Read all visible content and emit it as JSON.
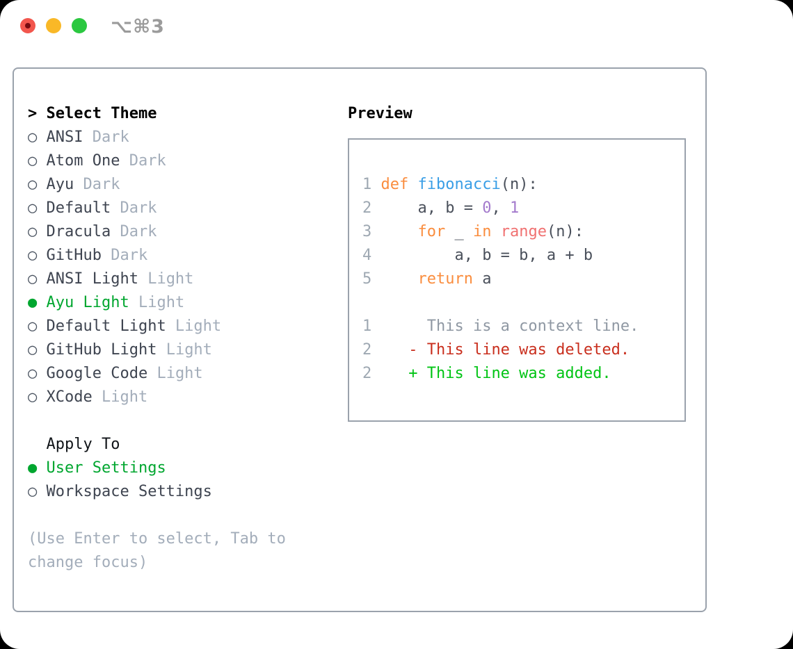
{
  "window": {
    "title": "⌥⌘3",
    "traffic_lights": [
      {
        "name": "close",
        "color": "#f2564d"
      },
      {
        "name": "minimize",
        "color": "#f9b827"
      },
      {
        "name": "fullscreen",
        "color": "#2bc840"
      }
    ]
  },
  "theme_panel": {
    "header": {
      "prefix": ">",
      "label": "Select Theme"
    },
    "themes": [
      {
        "name": "ANSI",
        "variant": "Dark",
        "selected": false
      },
      {
        "name": "Atom One",
        "variant": "Dark",
        "selected": false
      },
      {
        "name": "Ayu",
        "variant": "Dark",
        "selected": false
      },
      {
        "name": "Default",
        "variant": "Dark",
        "selected": false
      },
      {
        "name": "Dracula",
        "variant": "Dark",
        "selected": false
      },
      {
        "name": "GitHub",
        "variant": "Dark",
        "selected": false
      },
      {
        "name": "ANSI Light",
        "variant": "Light",
        "selected": false
      },
      {
        "name": "Ayu Light",
        "variant": "Light",
        "selected": true
      },
      {
        "name": "Default Light",
        "variant": "Light",
        "selected": false
      },
      {
        "name": "GitHub Light",
        "variant": "Light",
        "selected": false
      },
      {
        "name": "Google Code",
        "variant": "Light",
        "selected": false
      },
      {
        "name": "XCode",
        "variant": "Light",
        "selected": false
      }
    ],
    "apply_to": {
      "label": "Apply To",
      "options": [
        {
          "name": "User Settings",
          "selected": true
        },
        {
          "name": "Workspace Settings",
          "selected": false
        }
      ]
    },
    "hint": "(Use Enter to select, Tab to change focus)"
  },
  "preview": {
    "label": "Preview",
    "lines": [
      {
        "n": "1",
        "segs": [
          {
            "t": "def ",
            "c": "keyword"
          },
          {
            "t": "fibonacci",
            "c": "func"
          },
          {
            "t": "(n):",
            "c": "code"
          }
        ]
      },
      {
        "n": "2",
        "segs": [
          {
            "t": "    a, b = ",
            "c": "code"
          },
          {
            "t": "0",
            "c": "num"
          },
          {
            "t": ", ",
            "c": "code"
          },
          {
            "t": "1",
            "c": "num"
          }
        ]
      },
      {
        "n": "3",
        "segs": [
          {
            "t": "    ",
            "c": "code"
          },
          {
            "t": "for",
            "c": "keyword"
          },
          {
            "t": " _ ",
            "c": "code"
          },
          {
            "t": "in",
            "c": "keyword"
          },
          {
            "t": " ",
            "c": "code"
          },
          {
            "t": "range",
            "c": "builtin"
          },
          {
            "t": "(n):",
            "c": "code"
          }
        ]
      },
      {
        "n": "4",
        "segs": [
          {
            "t": "        a, b = b, a + b",
            "c": "code"
          }
        ]
      },
      {
        "n": "5",
        "segs": [
          {
            "t": "    ",
            "c": "code"
          },
          {
            "t": "return",
            "c": "keyword"
          },
          {
            "t": " a",
            "c": "code"
          }
        ]
      },
      {
        "n": "",
        "segs": []
      },
      {
        "n": "1",
        "segs": [
          {
            "t": "     This is a context line.",
            "c": "context"
          }
        ]
      },
      {
        "n": "2",
        "segs": [
          {
            "t": "   - This line was deleted.",
            "c": "removed"
          }
        ]
      },
      {
        "n": "2",
        "segs": [
          {
            "t": "   + This line was added.",
            "c": "added"
          }
        ]
      }
    ]
  },
  "colors": {
    "green": "#00a62f",
    "diff_added": "#00c414",
    "diff_removed": "#c92f1e",
    "orange": "#fa8d3e",
    "blue": "#399ee6",
    "purple": "#a37acc",
    "coral": "#f07171",
    "muted": "#a3adba",
    "dark": "#3e4450",
    "code": "#4a505b",
    "lineno": "#9ea8b2",
    "border": "#9aa2ac",
    "title_gray": "#9b9b9b"
  }
}
